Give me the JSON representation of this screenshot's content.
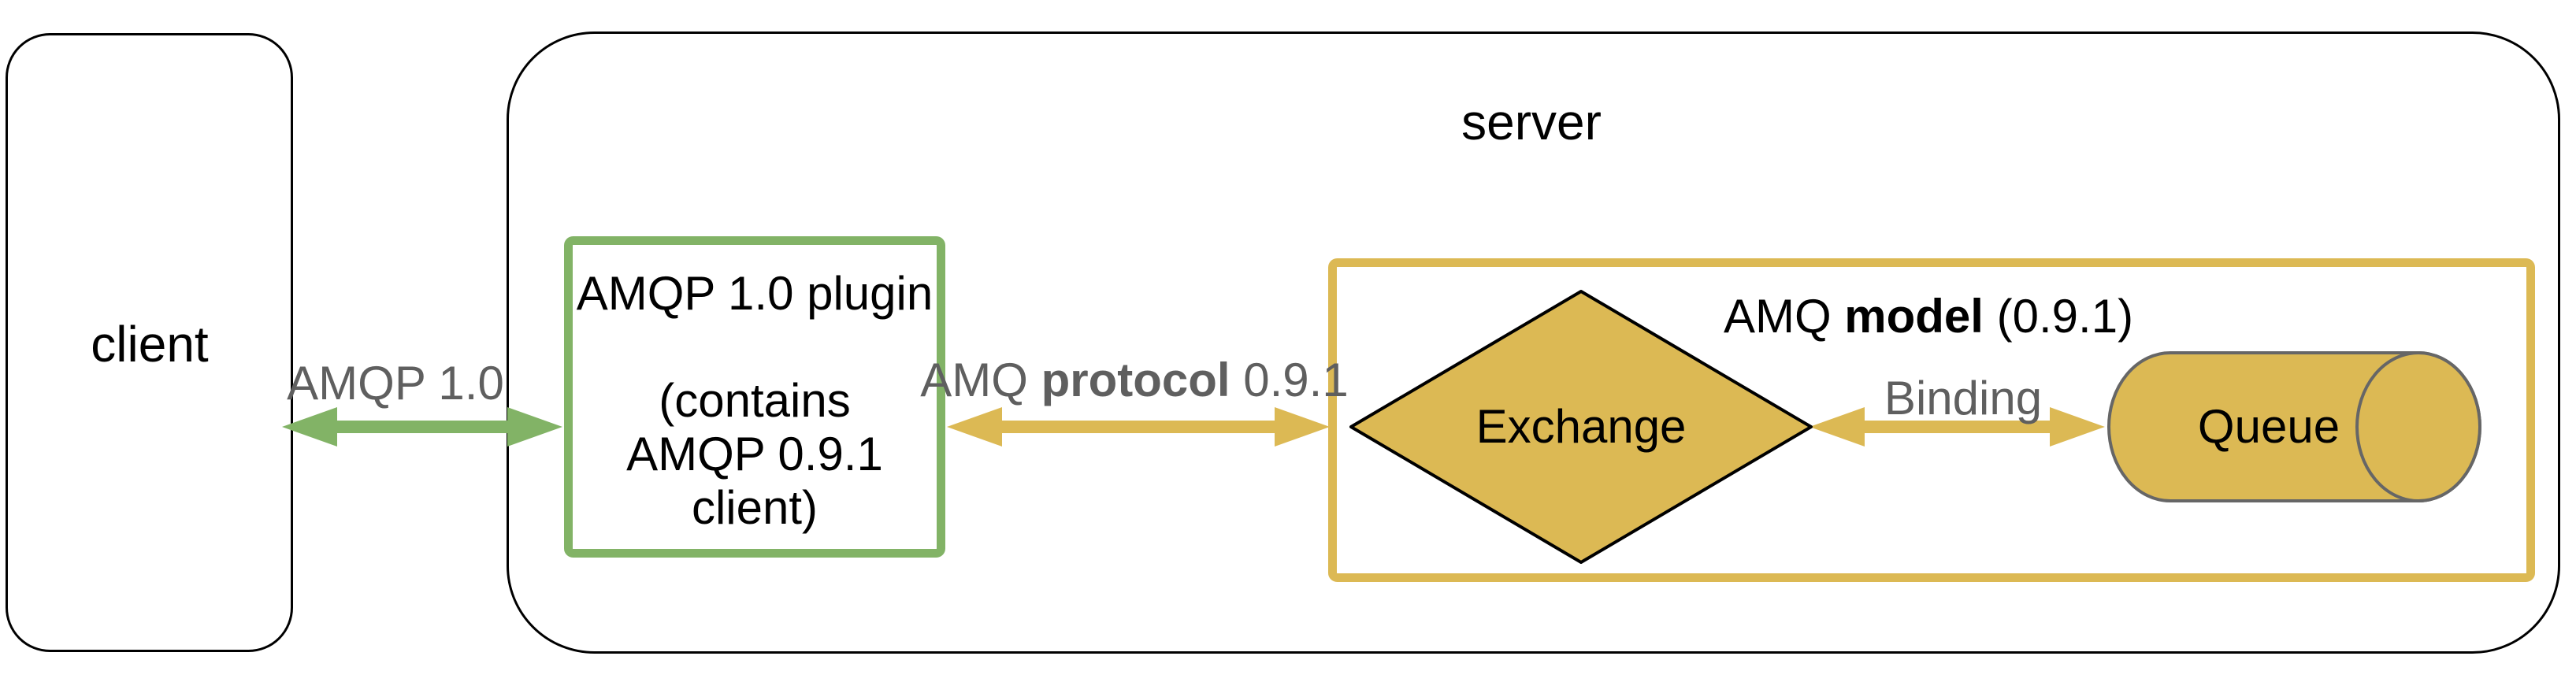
{
  "diagram": {
    "client_node": {
      "label": "client"
    },
    "server_group": {
      "label": "server"
    },
    "link_amqp10": {
      "label": "AMQP 1.0"
    },
    "plugin_node": {
      "title": "AMQP 1.0 plugin",
      "detail_line1": "(contains",
      "detail_line2": "AMQP 0.9.1",
      "detail_line3": "client)"
    },
    "link_amq_protocol": {
      "prefix": "AMQ ",
      "bold": "protocol",
      "suffix": " 0.9.1"
    },
    "model_group": {
      "title_prefix": "AMQ ",
      "title_bold": "model",
      "title_suffix": " (0.9.1)"
    },
    "exchange_node": {
      "label": "Exchange"
    },
    "link_binding": {
      "label": "Binding"
    },
    "queue_node": {
      "label": "Queue"
    },
    "colors": {
      "green_accent": "#82b366",
      "gold_accent": "#dcb954",
      "label_gray": "#5f5f5f",
      "outline_black": "#000000",
      "cylinder_outline_gray": "#666666"
    }
  }
}
